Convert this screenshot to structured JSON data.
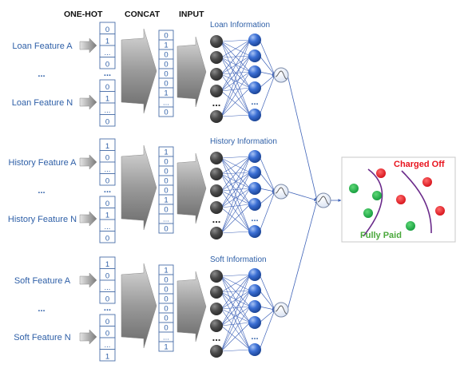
{
  "headers": {
    "onehot": "ONE-HOT",
    "concat": "CONCAT",
    "input": "INPUT"
  },
  "groups": [
    {
      "id": "loan",
      "section_label": "Loan Information",
      "feature_a": "Loan Feature A",
      "feature_dots": "...",
      "feature_n": "Loan Feature N",
      "onehot_a": [
        "0",
        "1",
        "...",
        "0"
      ],
      "onehot_n": [
        "0",
        "1",
        "...",
        "0"
      ],
      "input_vector": [
        "0",
        "1",
        "0",
        "0",
        "0",
        "0",
        "1",
        "...",
        "0"
      ]
    },
    {
      "id": "history",
      "section_label": "History Information",
      "feature_a": "History Feature A",
      "feature_dots": "...",
      "feature_n": "History Feature N",
      "onehot_a": [
        "1",
        "0",
        "...",
        "0"
      ],
      "onehot_n": [
        "0",
        "1",
        "...",
        "0"
      ],
      "input_vector": [
        "1",
        "0",
        "0",
        "0",
        "0",
        "1",
        "0",
        "...",
        "0"
      ]
    },
    {
      "id": "soft",
      "section_label": "Soft Information",
      "feature_a": "Soft Feature A",
      "feature_dots": "...",
      "feature_n": "Soft Feature N",
      "onehot_a": [
        "1",
        "0",
        "...",
        "0"
      ],
      "onehot_n": [
        "0",
        "0",
        "...",
        "1"
      ],
      "input_vector": [
        "1",
        "0",
        "0",
        "0",
        "0",
        "0",
        "0",
        "...",
        "1"
      ]
    }
  ],
  "vector_gap_dots": "...",
  "neuron_gap_dots": "...",
  "output": {
    "charged_off": "Charged Off",
    "fully_paid": "Fully Paid"
  },
  "colors": {
    "text_blue": "#2e5fa7",
    "input_neuron": "#4a4a4a",
    "hidden_neuron": "#2a62c9",
    "edge": "#3f63b8",
    "charged_off": "#e8141e",
    "fully_paid": "#22a84a",
    "boundary": "#6a2a8a"
  }
}
